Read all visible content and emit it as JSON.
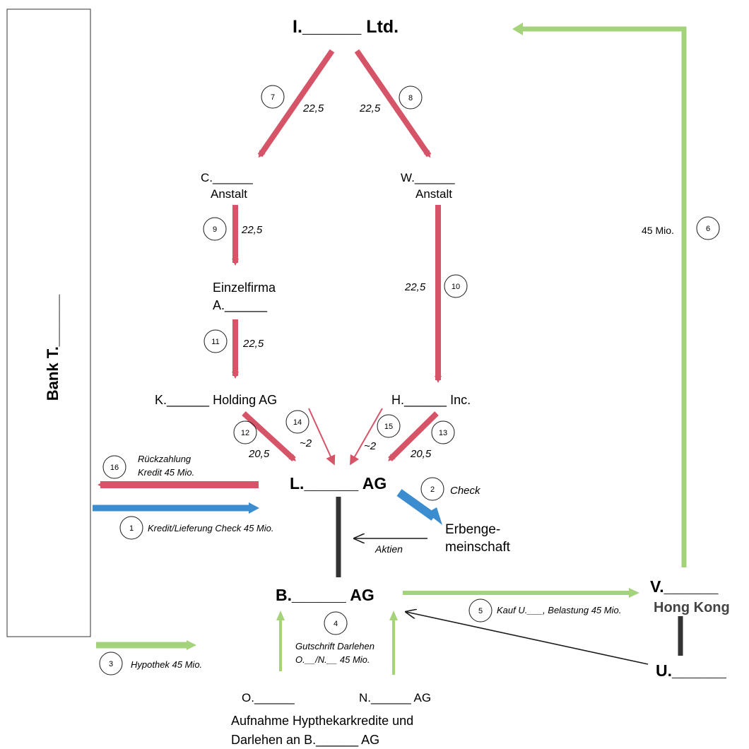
{
  "colors": {
    "red": "#d65468",
    "blue": "#3c8dcf",
    "green": "#a4d37c",
    "dark": "#333333",
    "stroke": "#1a1a1a"
  },
  "bank": {
    "label": "Bank T.______"
  },
  "entities": {
    "i_ltd": "I.______ Ltd.",
    "c_name": "C.______",
    "c_type": "Anstalt",
    "w_name": "W.______",
    "w_type": "Anstalt",
    "einzelfirma": "Einzelfirma",
    "a_name": "A.______",
    "k_name": "K.______ Holding AG",
    "h_name": "H.______ Inc.",
    "l_name": "L.______ AG",
    "erbengemeinschaft_1": "Erbenge-",
    "erbengemeinschaft_2": "meinschaft",
    "b_name": "B.______ AG",
    "v_name": "V.______",
    "v_location": "Hong Kong",
    "u_name": "U.______",
    "o_name": "O.______",
    "n_name": "N.______ AG",
    "bottom_line1": "Aufnahme Hypthekarkredite und",
    "bottom_line2": "Darlehen an B.______ AG"
  },
  "flows": {
    "f1": {
      "number": "1",
      "label": "Kredit/Lieferung Check 45 Mio."
    },
    "f2": {
      "number": "2",
      "label": "Check"
    },
    "f3": {
      "number": "3",
      "label": "Hypothek 45 Mio."
    },
    "f4": {
      "number": "4",
      "label1": "Gutschrift Darlehen",
      "label2": "O.__/N.__ 45 Mio."
    },
    "f5": {
      "number": "5",
      "label": "Kauf U.___, Belastung 45 Mio."
    },
    "f6": {
      "number": "6",
      "label": "45 Mio."
    },
    "f7": {
      "number": "7",
      "label": "22,5"
    },
    "f8": {
      "number": "8",
      "label": "22,5"
    },
    "f9": {
      "number": "9",
      "label": "22,5"
    },
    "f10": {
      "number": "10",
      "label": "22,5"
    },
    "f11": {
      "number": "11",
      "label": "22,5"
    },
    "f12": {
      "number": "12",
      "label": "20,5"
    },
    "f13": {
      "number": "13",
      "label": "20,5"
    },
    "f14": {
      "number": "14",
      "label": "~2"
    },
    "f15": {
      "number": "15",
      "label": "~2"
    },
    "f16": {
      "number": "16",
      "label1": "Rückzahlung",
      "label2": "Kredit 45 Mio."
    },
    "aktien": {
      "label": "Aktien"
    }
  }
}
